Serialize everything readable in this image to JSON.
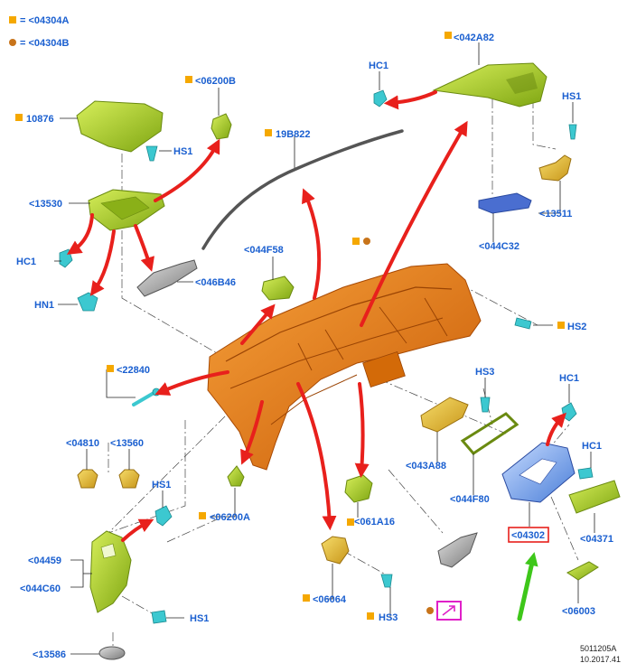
{
  "legend": {
    "square_code": "= <04304A",
    "dot_code": "= <04304B",
    "square_color": "#f5a800",
    "dot_color": "#c8741a"
  },
  "labels": {
    "l_042A82": "<042A82",
    "l_hc1_top": "HC1",
    "l_06200B": "<06200B",
    "l_hs1_right": "HS1",
    "l_10876": "10876",
    "l_hs1_upper": "HS1",
    "l_19B822": "19B822",
    "l_13530": "<13530",
    "l_13511": "<13511",
    "l_hc1_left": "HC1",
    "l_044C32": "<044C32",
    "l_044F58": "<044F58",
    "l_046B46": "<046B46",
    "l_hn1": "HN1",
    "l_hs2": "HS2",
    "l_22840": "<22840",
    "l_hs3_right": "HS3",
    "l_hc1_right": "HC1",
    "l_04810": "<04810",
    "l_13560": "<13560",
    "l_hs1_mid": "HS1",
    "l_043A88": "<043A88",
    "l_hc1_mid": "HC1",
    "l_044F80": "<044F80",
    "l_06200A": "<06200A",
    "l_061A16": "<061A16",
    "l_04302": "<04302",
    "l_04371": "<04371",
    "l_04459": "<04459",
    "l_044C60": "<044C60",
    "l_06064": "<06064",
    "l_hs3_bottom": "HS3",
    "l_hs1_bottom": "HS1",
    "l_06003": "<06003",
    "l_13586": "<13586"
  },
  "footer": {
    "ref": "5011205A",
    "date": "10.2017.41"
  },
  "colors": {
    "label": "#1a5fd0",
    "arrow_red": "#e8201c",
    "arrow_green": "#3ec71a",
    "part_green": "#a8d41e",
    "panel_orange": "#e8780c",
    "fastener_cyan": "#3cc8d0",
    "bracket_yellow": "#e6b820",
    "bezel_blue": "#6c9ce8",
    "highlight_red_box": "#e8201c",
    "highlight_magenta_box": "#e020c8"
  }
}
